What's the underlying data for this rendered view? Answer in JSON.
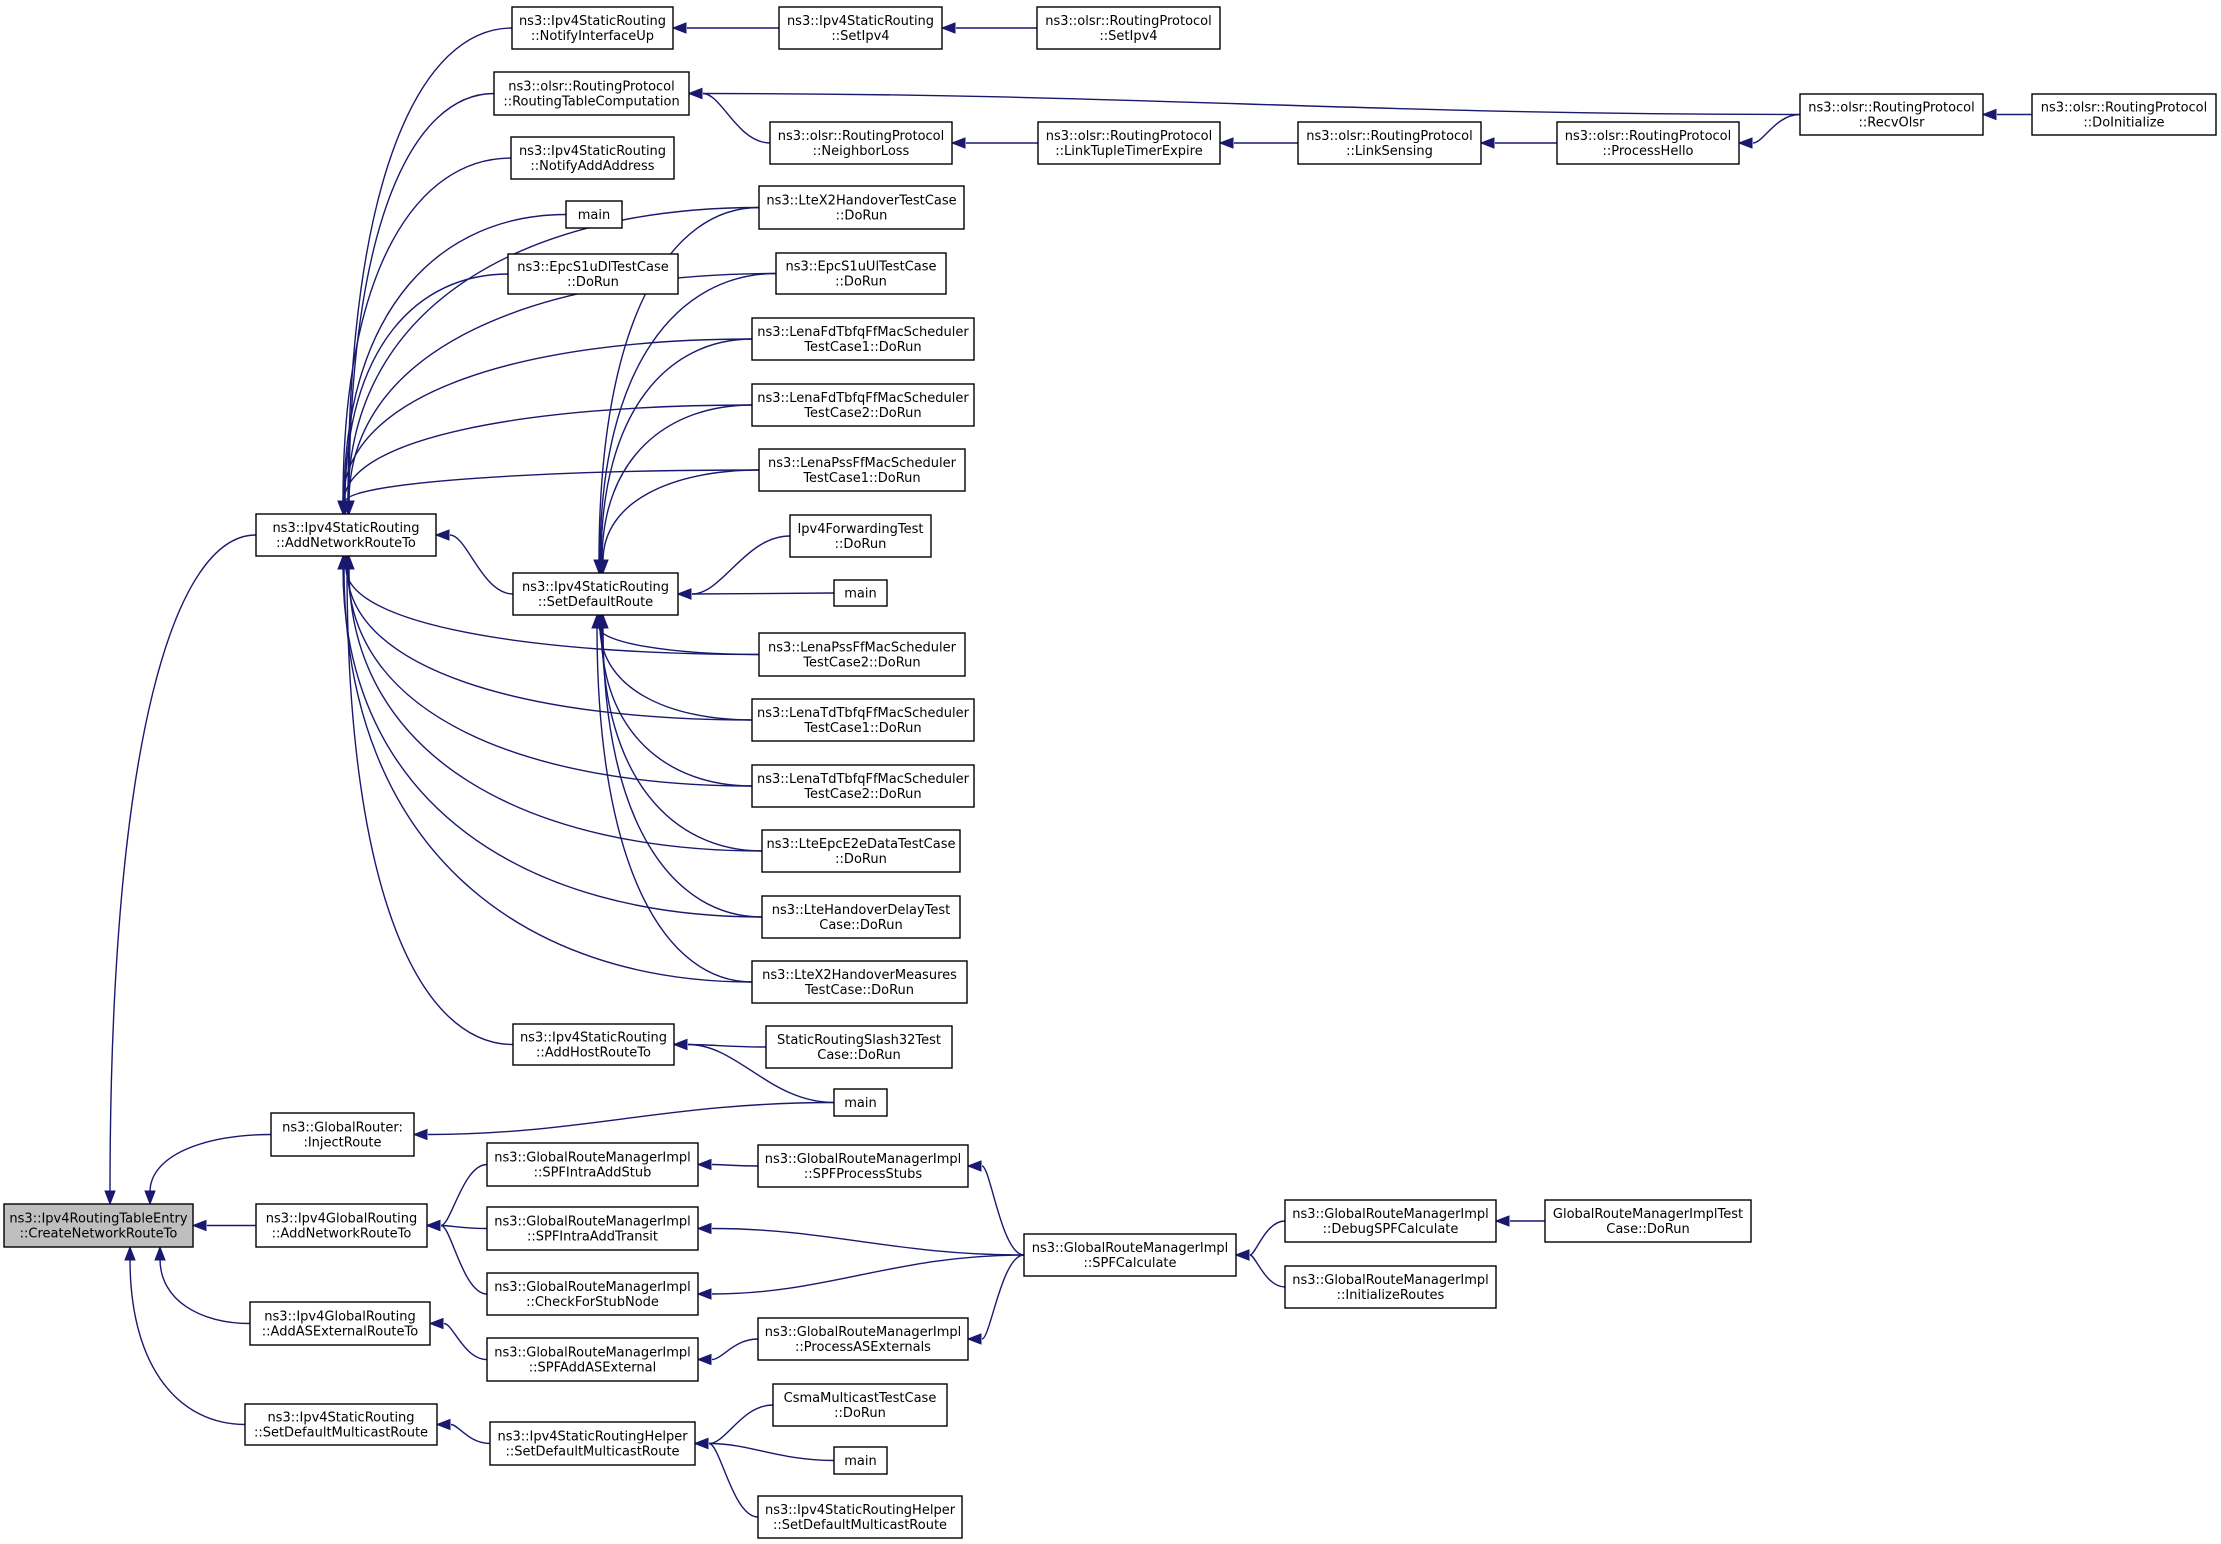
{
  "graph": {
    "edge_color": "#191970",
    "root_fill": "#bfbfbf",
    "nodes": [
      {
        "id": "root",
        "lines": [
          "ns3::Ipv4RoutingTableEntry",
          "::CreateNetworkRouteTo"
        ],
        "root": true
      },
      {
        "id": "sr_addnet",
        "lines": [
          "ns3::Ipv4StaticRouting",
          "::AddNetworkRouteTo"
        ]
      },
      {
        "id": "gr_inject",
        "lines": [
          "ns3::GlobalRouter:",
          ":InjectRoute"
        ]
      },
      {
        "id": "gr_addnet",
        "lines": [
          "ns3::Ipv4GlobalRouting",
          "::AddNetworkRouteTo"
        ]
      },
      {
        "id": "gr_addas",
        "lines": [
          "ns3::Ipv4GlobalRouting",
          "::AddASExternalRouteTo"
        ]
      },
      {
        "id": "sr_setdefmc",
        "lines": [
          "ns3::Ipv4StaticRouting",
          "::SetDefaultMulticastRoute"
        ]
      },
      {
        "id": "sr_notifyup",
        "lines": [
          "ns3::Ipv4StaticRouting",
          "::NotifyInterfaceUp"
        ]
      },
      {
        "id": "olsr_rtc",
        "lines": [
          "ns3::olsr::RoutingProtocol",
          "::RoutingTableComputation"
        ]
      },
      {
        "id": "sr_notifyaddr",
        "lines": [
          "ns3::Ipv4StaticRouting",
          "::NotifyAddAddress"
        ]
      },
      {
        "id": "main1",
        "lines": [
          "main"
        ]
      },
      {
        "id": "epcs1dl",
        "lines": [
          "ns3::EpcS1uDlTestCase",
          "::DoRun"
        ]
      },
      {
        "id": "sr_setdef",
        "lines": [
          "ns3::Ipv4StaticRouting",
          "::SetDefaultRoute"
        ]
      },
      {
        "id": "sr_addhost",
        "lines": [
          "ns3::Ipv4StaticRouting",
          "::AddHostRouteTo"
        ]
      },
      {
        "id": "sr_setipv4",
        "lines": [
          "ns3::Ipv4StaticRouting",
          "::SetIpv4"
        ]
      },
      {
        "id": "olsr_setipv4",
        "lines": [
          "ns3::olsr::RoutingProtocol",
          "::SetIpv4"
        ]
      },
      {
        "id": "olsr_nloss",
        "lines": [
          "ns3::olsr::RoutingProtocol",
          "::NeighborLoss"
        ]
      },
      {
        "id": "olsr_ltte",
        "lines": [
          "ns3::olsr::RoutingProtocol",
          "::LinkTupleTimerExpire"
        ]
      },
      {
        "id": "olsr_ls",
        "lines": [
          "ns3::olsr::RoutingProtocol",
          "::LinkSensing"
        ]
      },
      {
        "id": "olsr_ph",
        "lines": [
          "ns3::olsr::RoutingProtocol",
          "::ProcessHello"
        ]
      },
      {
        "id": "olsr_recv",
        "lines": [
          "ns3::olsr::RoutingProtocol",
          "::RecvOlsr"
        ]
      },
      {
        "id": "olsr_doinit",
        "lines": [
          "ns3::olsr::RoutingProtocol",
          "::DoInitialize"
        ]
      },
      {
        "id": "ltex2ho",
        "lines": [
          "ns3::LteX2HandoverTestCase",
          "::DoRun"
        ]
      },
      {
        "id": "epcs1ul",
        "lines": [
          "ns3::EpcS1uUlTestCase",
          "::DoRun"
        ]
      },
      {
        "id": "lenafd1",
        "lines": [
          "ns3::LenaFdTbfqFfMacScheduler",
          "TestCase1::DoRun"
        ]
      },
      {
        "id": "lenafd2",
        "lines": [
          "ns3::LenaFdTbfqFfMacScheduler",
          "TestCase2::DoRun"
        ]
      },
      {
        "id": "lenapss1",
        "lines": [
          "ns3::LenaPssFfMacScheduler",
          "TestCase1::DoRun"
        ]
      },
      {
        "id": "ipv4fwd",
        "lines": [
          "Ipv4ForwardingTest",
          "::DoRun"
        ]
      },
      {
        "id": "main2",
        "lines": [
          "main"
        ]
      },
      {
        "id": "lenapss2",
        "lines": [
          "ns3::LenaPssFfMacScheduler",
          "TestCase2::DoRun"
        ]
      },
      {
        "id": "lenatd1",
        "lines": [
          "ns3::LenaTdTbfqFfMacScheduler",
          "TestCase1::DoRun"
        ]
      },
      {
        "id": "lenatd2",
        "lines": [
          "ns3::LenaTdTbfqFfMacScheduler",
          "TestCase2::DoRun"
        ]
      },
      {
        "id": "lteepc",
        "lines": [
          "ns3::LteEpcE2eDataTestCase",
          "::DoRun"
        ]
      },
      {
        "id": "ltehodelay",
        "lines": [
          "ns3::LteHandoverDelayTest",
          "Case::DoRun"
        ]
      },
      {
        "id": "ltex2meas",
        "lines": [
          "ns3::LteX2HandoverMeasures",
          "TestCase::DoRun"
        ]
      },
      {
        "id": "slash32",
        "lines": [
          "StaticRoutingSlash32Test",
          "Case::DoRun"
        ]
      },
      {
        "id": "main3",
        "lines": [
          "main"
        ]
      },
      {
        "id": "grm_intrastub",
        "lines": [
          "ns3::GlobalRouteManagerImpl",
          "::SPFIntraAddStub"
        ]
      },
      {
        "id": "grm_intratransit",
        "lines": [
          "ns3::GlobalRouteManagerImpl",
          "::SPFIntraAddTransit"
        ]
      },
      {
        "id": "grm_checkstub",
        "lines": [
          "ns3::GlobalRouteManagerImpl",
          "::CheckForStubNode"
        ]
      },
      {
        "id": "grm_addasext",
        "lines": [
          "ns3::GlobalRouteManagerImpl",
          "::SPFAddASExternal"
        ]
      },
      {
        "id": "grm_processstubs",
        "lines": [
          "ns3::GlobalRouteManagerImpl",
          "::SPFProcessStubs"
        ]
      },
      {
        "id": "grm_processas",
        "lines": [
          "ns3::GlobalRouteManagerImpl",
          "::ProcessASExternals"
        ]
      },
      {
        "id": "grm_spfcalc",
        "lines": [
          "ns3::GlobalRouteManagerImpl",
          "::SPFCalculate"
        ]
      },
      {
        "id": "grm_debugspf",
        "lines": [
          "ns3::GlobalRouteManagerImpl",
          "::DebugSPFCalculate"
        ]
      },
      {
        "id": "grm_initroutes",
        "lines": [
          "ns3::GlobalRouteManagerImpl",
          "::InitializeRoutes"
        ]
      },
      {
        "id": "grm_test",
        "lines": [
          "GlobalRouteManagerImplTest",
          "Case::DoRun"
        ]
      },
      {
        "id": "srh_setdefmc",
        "lines": [
          "ns3::Ipv4StaticRoutingHelper",
          "::SetDefaultMulticastRoute"
        ]
      },
      {
        "id": "csmamc",
        "lines": [
          "CsmaMulticastTestCase",
          "::DoRun"
        ]
      },
      {
        "id": "main4",
        "lines": [
          "main"
        ]
      },
      {
        "id": "srh_setdefmc2",
        "lines": [
          "ns3::Ipv4StaticRoutingHelper",
          "::SetDefaultMulticastRoute"
        ]
      }
    ]
  }
}
